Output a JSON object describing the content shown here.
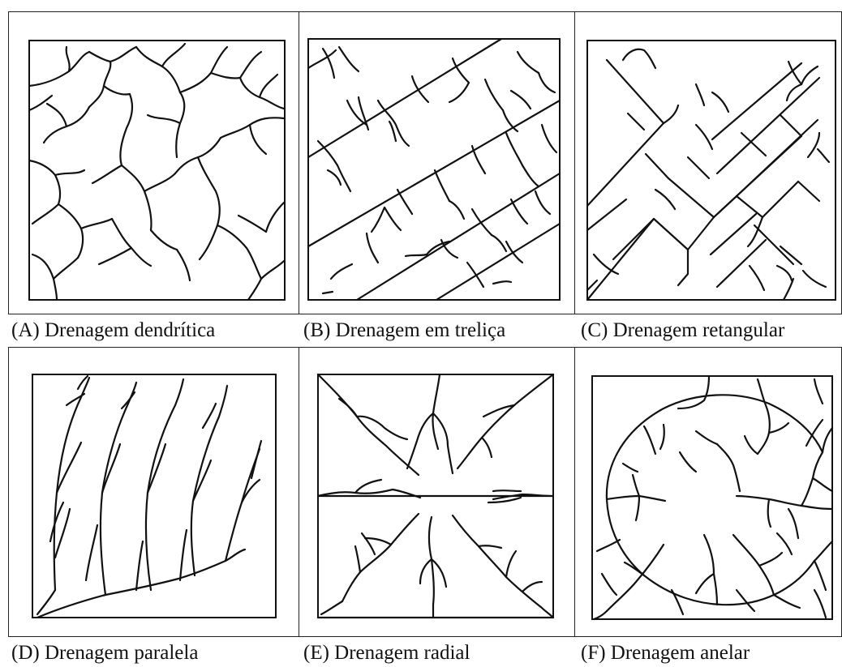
{
  "figure": {
    "panels": [
      {
        "id": "A",
        "caption": "(A) Drenagem dendrítica",
        "pattern": "dendritic"
      },
      {
        "id": "B",
        "caption": "(B) Drenagem em treliça",
        "pattern": "trellis"
      },
      {
        "id": "C",
        "caption": "(C) Drenagem retangular",
        "pattern": "rectangular"
      },
      {
        "id": "D",
        "caption": "(D) Drenagem paralela",
        "pattern": "parallel"
      },
      {
        "id": "E",
        "caption": "(E) Drenagem radial",
        "pattern": "radial"
      },
      {
        "id": "F",
        "caption": "(F) Drenagem anelar",
        "pattern": "annular"
      }
    ]
  }
}
